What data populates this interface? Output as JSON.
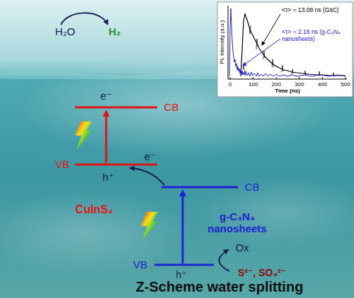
{
  "diagram": {
    "title": "Z-Scheme water splitting",
    "labels": [
      "H₂O",
      "H₂",
      "e⁻",
      "CB",
      "VB",
      "h⁺",
      "CuInS₂",
      "e⁻",
      "CB",
      "VB",
      "h⁺",
      "g-C₃N₄ nanosheets",
      "Ox",
      "S²⁻, SO₃²⁻",
      "PL intensity (a.u.)",
      "Time (ns)",
      "0",
      "100",
      "200",
      "300",
      "400",
      "500",
      "<τ> = 13.08 ns (GsC)",
      "<τ> = 2.16 ns (g-C₃N₄ nanosheets)"
    ]
  }
}
